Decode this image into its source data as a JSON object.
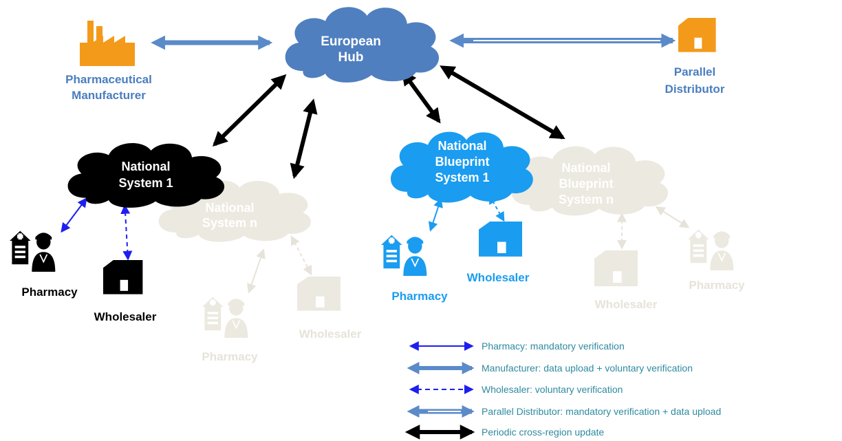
{
  "nodes": {
    "hub": {
      "line1": "European",
      "line2": "Hub"
    },
    "manufacturer": {
      "line1": "Pharmaceutical",
      "line2": "Manufacturer"
    },
    "parallel_distributor": {
      "line1": "Parallel",
      "line2": "Distributor"
    },
    "national_system_1": {
      "line1": "National",
      "line2": "System 1"
    },
    "national_system_n": {
      "line1": "National",
      "line2": "System n"
    },
    "blueprint_system_1": {
      "line1": "National",
      "line2": "Blueprint",
      "line3": "System 1"
    },
    "blueprint_system_n": {
      "line1": "National",
      "line2": "Blueprint",
      "line3": "System n"
    }
  },
  "actors": {
    "pharmacy_black": "Pharmacy",
    "wholesaler_black": "Wholesaler",
    "pharmacy_blue": "Pharmacy",
    "wholesaler_blue": "Wholesaler",
    "pharmacy_faded_left": "Pharmacy",
    "wholesaler_faded_left": "Wholesaler",
    "wholesaler_faded_right": "Wholesaler",
    "pharmacy_faded_right": "Pharmacy"
  },
  "legend": [
    {
      "label": "Pharmacy: mandatory verification"
    },
    {
      "label": "Manufacturer: data upload + voluntary verification"
    },
    {
      "label": "Wholesaler: voluntary verification"
    },
    {
      "label": "Parallel Distributor: mandatory verification + data upload"
    },
    {
      "label": "Periodic cross-region update"
    }
  ],
  "colors": {
    "hub": "#4f7fbf",
    "manufacturer": "#f39a1a",
    "label_blue": "#4a7dbf",
    "blueprint": "#1a9cf0",
    "black": "#000000",
    "faded": "#ece9e0",
    "faded_text": "#e6e3da",
    "pharmacy_line": "#1e1ef0",
    "legend_text": "#2e8aa0"
  }
}
